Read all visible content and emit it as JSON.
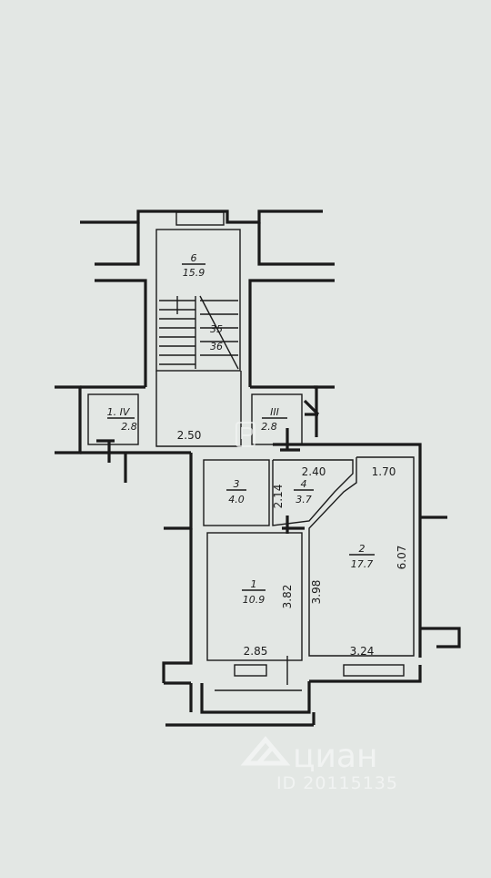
{
  "rooms": {
    "stair": {
      "number": "6",
      "area": "15.9"
    },
    "room_iv": {
      "number": "1. IV",
      "area": "2.8"
    },
    "room_iii": {
      "number": "III",
      "area": "2.8"
    },
    "room3": {
      "number": "3",
      "area": "4.0"
    },
    "room4": {
      "number": "4",
      "area": "3.7"
    },
    "room2": {
      "number": "2",
      "area": "17.7"
    },
    "room1": {
      "number": "1",
      "area": "10.9"
    }
  },
  "stair_numbers": {
    "a": "35",
    "b": "36"
  },
  "dimensions": {
    "corridor_width": "2.50",
    "room4_width": "2.40",
    "room2_top": "1.70",
    "room4_height": "2.14",
    "room2_height": "6.07",
    "room1_height": "3.82",
    "room2_inner_height": "3.98",
    "room1_width": "2.85",
    "room2_width": "3.24"
  },
  "watermark": {
    "text": "циан",
    "id": "ID 20115135"
  },
  "colors": {
    "background": "#e3e7e4",
    "line": "#1a1a1a"
  }
}
